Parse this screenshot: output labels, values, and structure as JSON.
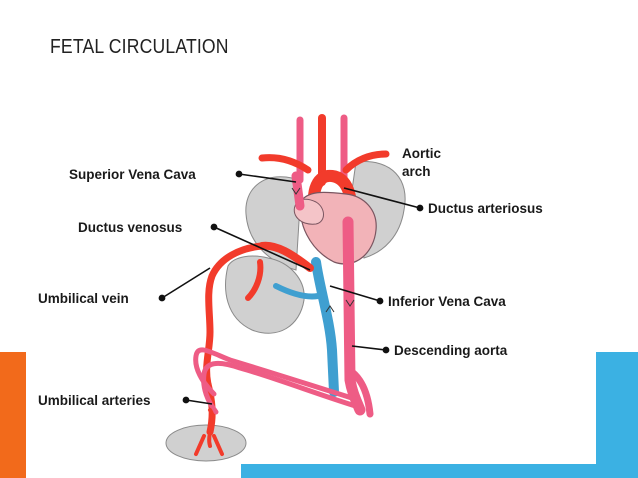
{
  "slide": {
    "title": "FETAL CIRCULATION"
  },
  "diagram": {
    "labels": {
      "aortic_arch_line1": "Aortic",
      "aortic_arch_line2": "arch",
      "superior_vena_cava": "Superior Vena Cava",
      "ductus_arteriosus": "Ductus arteriosus",
      "ductus_venosus": "Ductus venosus",
      "umbilical_vein": "Umbilical vein",
      "inferior_vena_cava": "Inferior Vena Cava",
      "descending_aorta": "Descending aorta",
      "umbilical_arteries": "Umbilical arteries"
    },
    "colors": {
      "oxygenated": "#f23b2b",
      "mixed": "#ee5c85",
      "deoxygenated": "#3f9fd0",
      "organ_gray": "#d0d0d0",
      "heart_pink": "#f2b3b8",
      "leader_line": "#111111"
    }
  },
  "accents": {
    "left_bar_color": "#f26a1b",
    "right_bar_color": "#3bb1e3"
  }
}
